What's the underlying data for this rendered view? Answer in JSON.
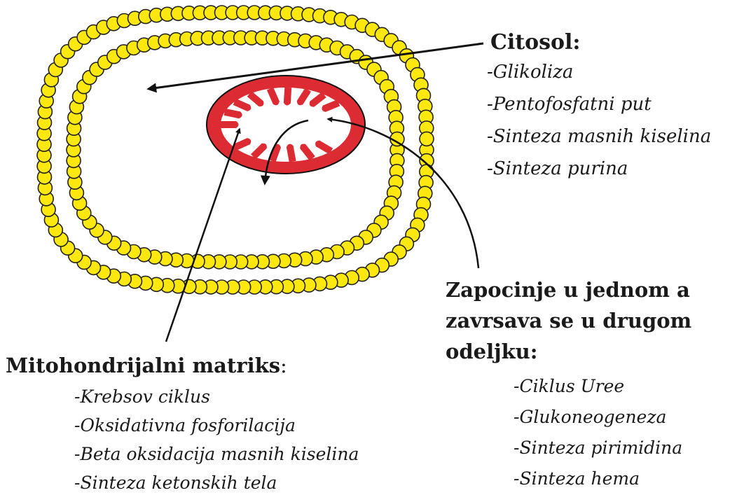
{
  "colors": {
    "membrane_bead": "#fce80f",
    "membrane_outline": "#222222",
    "mitochondrion": "#dc2b32",
    "arrow": "#111111",
    "text": "#1a1a1a"
  },
  "cytosol": {
    "title": "Citosol:",
    "items": [
      "-Glikoliza",
      "-Pentofosfatni put",
      "-Sinteza masnih kiselina",
      "-Sinteza purina"
    ]
  },
  "both_compartments": {
    "title_line1": "Zapocinje u jednom a",
    "title_line2": "zavrsava se u drugom",
    "title_line3": "odeljku:",
    "items": [
      "-Ciklus Uree",
      "-Glukoneogeneza",
      "-Sinteza pirimidina",
      "-Sinteza hema"
    ]
  },
  "mito_matrix": {
    "title": "Mitohondrijalni matriks",
    "title_colon": ":",
    "items": [
      "-Krebsov ciklus",
      "-Oksidativna fosforilacija",
      "-Beta oksidacija masnih kiselina",
      "-Sinteza ketonskih tela"
    ]
  }
}
